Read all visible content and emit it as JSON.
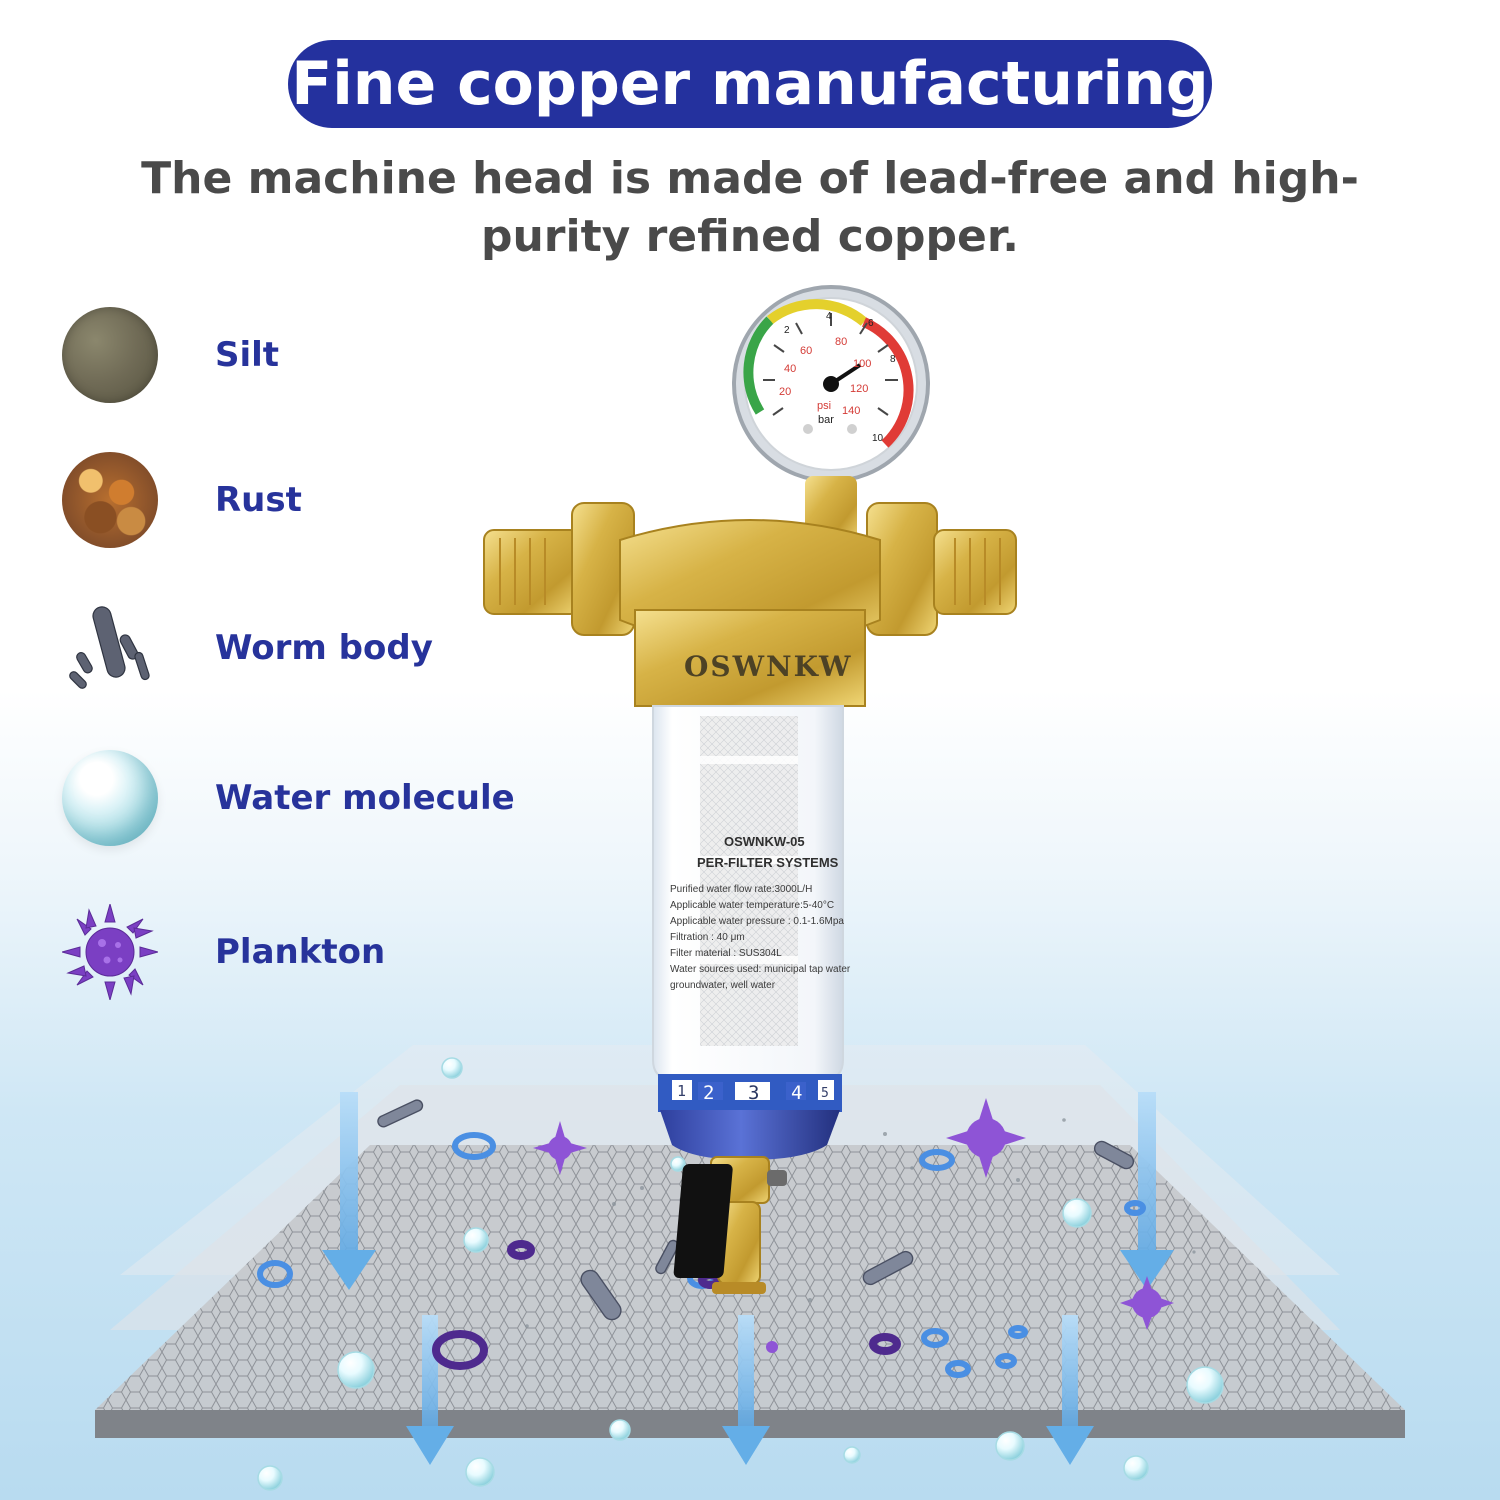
{
  "header": {
    "title": "Fine copper manufacturing",
    "subtitle": "The machine head is made of lead-free and high-purity refined copper."
  },
  "legend": {
    "items": [
      {
        "label": "Silt",
        "icon": "silt-icon"
      },
      {
        "label": "Rust",
        "icon": "rust-icon"
      },
      {
        "label": "Worm body",
        "icon": "worm-body-icon"
      },
      {
        "label": "Water molecule",
        "icon": "water-molecule-icon"
      },
      {
        "label": "Plankton",
        "icon": "plankton-icon"
      }
    ]
  },
  "product": {
    "brand": "OSWNKW",
    "model": "OSWNKW-05",
    "system_name": "PER-FILTER SYSTEMS",
    "spec_lines": [
      "Purified water flow rate:3000L/H",
      "Applicable water temperature:5-40°C",
      "Applicable water pressure : 0.1-1.6Mpa",
      "Filtration : 40 μm",
      "Filter material : SUS304L",
      "Water sources used: municipal tap water",
      "groundwater, well water"
    ],
    "gauge": {
      "unit_psi": "psi",
      "unit_bar": "bar",
      "psi_ticks": [
        "20",
        "40",
        "60",
        "80",
        "100",
        "120",
        "140"
      ],
      "bar_ticks": [
        "2",
        "4",
        "6",
        "8",
        "10"
      ]
    },
    "cartridge_numbers": [
      "1",
      "2",
      "3",
      "4",
      "5"
    ]
  },
  "colors": {
    "title_bg": "#24319e",
    "legend_text": "#27339b",
    "body_text": "#4a4a4a",
    "brass": "#d7b347",
    "arrow_blue": "#6fb5ea",
    "plankton_purple": "#7b3fc3"
  }
}
